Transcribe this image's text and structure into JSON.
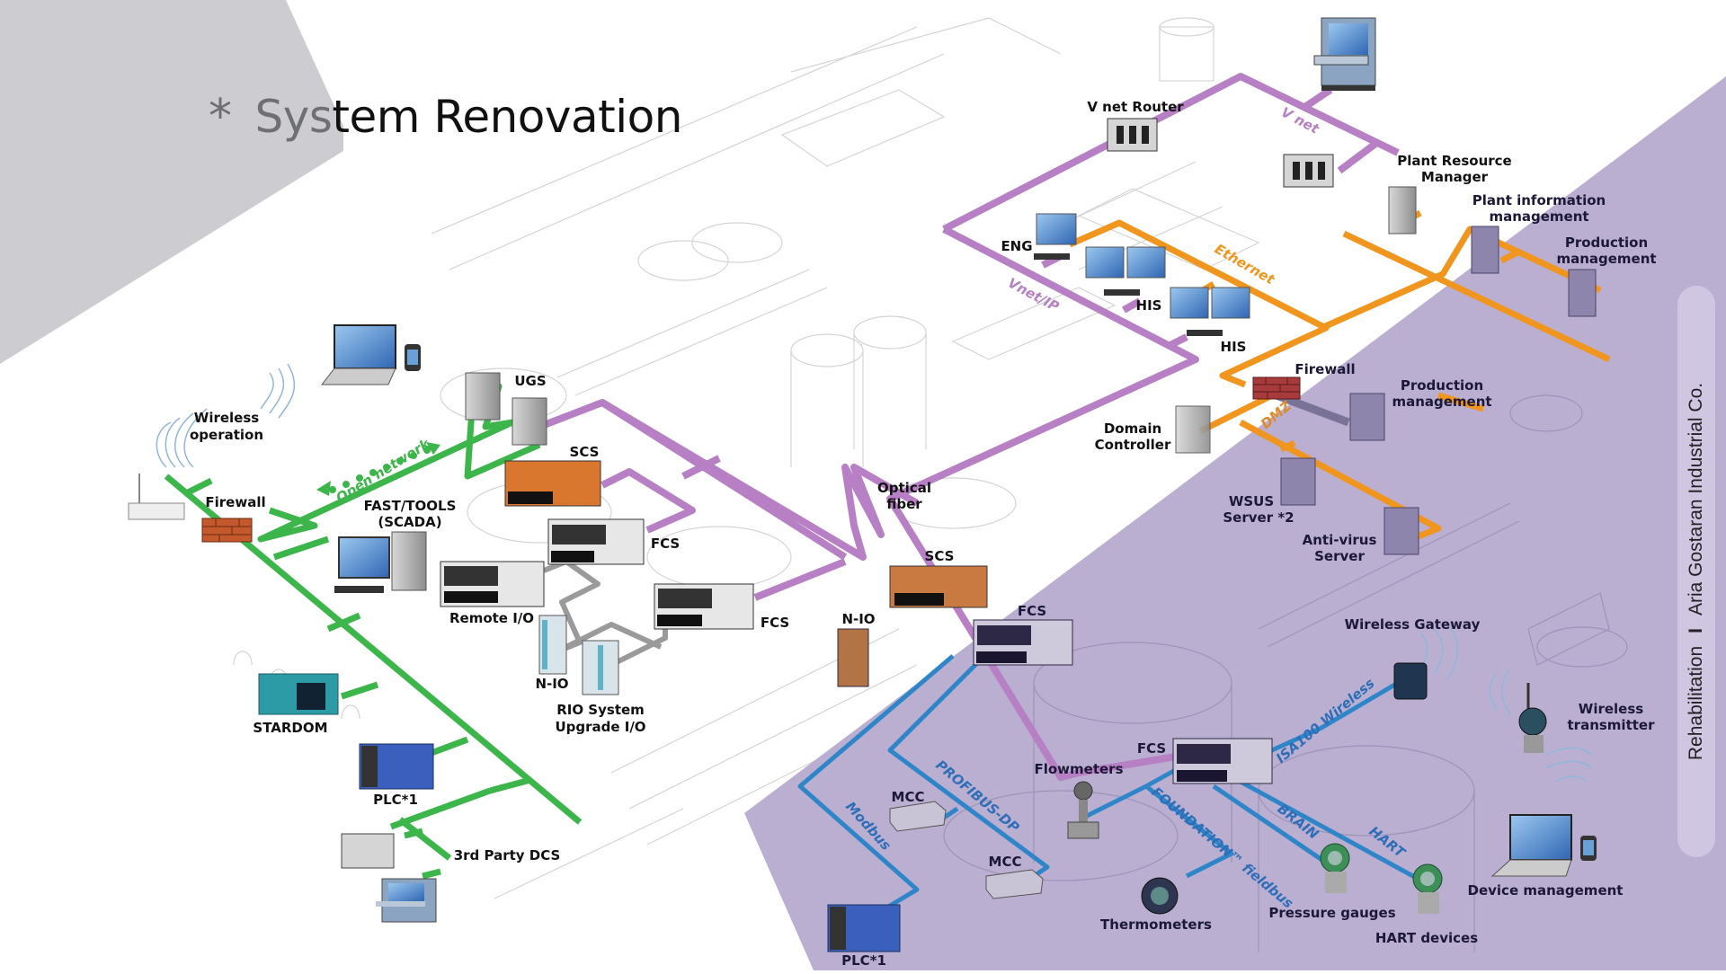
{
  "slide": {
    "title_bullet": "*",
    "title_gray": "Sys",
    "title_dark": "tem Renovation",
    "title": "System Renovation",
    "side_caption": {
      "left": "Rehabilitation",
      "separator": "I",
      "right": "Aria Gostaran Industrial Co."
    },
    "colors": {
      "gray_shape": "#cdcdd1",
      "purple_shape": "#b6abcf",
      "side_pill": "#cfc6e2",
      "vnet": "#b77fc4",
      "ethernet": "#f0961e",
      "open_network": "#3cb64a",
      "fieldbus": "#2e86c8",
      "io_link": "#9a9a9a"
    }
  },
  "networks": {
    "vnet": "V net",
    "vnet_ip": "Vnet/IP",
    "ethernet": "Ethernet",
    "dmz": "DMZ",
    "open_network": "Open network",
    "optical_fiber": "Optical fiber",
    "optical_fiber_line1": "Optical",
    "optical_fiber_line2": "fiber",
    "modbus": "Modbus",
    "profibus": "PROFIBUS-DP",
    "foundation": "FOUNDATION™ fieldbus",
    "brain": "BRAIN",
    "hart": "HART",
    "isa100": "ISA100 Wireless"
  },
  "nodes": {
    "vnet_router": "V net Router",
    "plant_resource_manager_1": "Plant Resource",
    "plant_resource_manager_2": "Manager",
    "plant_info_mgmt_1": "Plant information",
    "plant_info_mgmt_2": "management",
    "production_mgmt_top_1": "Production",
    "production_mgmt_top_2": "management",
    "eng": "ENG",
    "his_1": "HIS",
    "his_2": "HIS",
    "firewall_right": "Firewall",
    "production_mgmt_mid_1": "Production",
    "production_mgmt_mid_2": "management",
    "domain_controller_1": "Domain",
    "domain_controller_2": "Controller",
    "wsus_1": "WSUS",
    "wsus_2": "Server *2",
    "antivirus_1": "Anti-virus",
    "antivirus_2": "Server",
    "ugs": "UGS",
    "wireless_operation_1": "Wireless",
    "wireless_operation_2": "operation",
    "firewall_left": "Firewall",
    "fast_tools_1": "FAST/TOOLS",
    "fast_tools_2": "(SCADA)",
    "scs_1": "SCS",
    "fcs_1": "FCS",
    "remote_io": "Remote I/O",
    "fcs_2": "FCS",
    "n_io_1": "N-IO",
    "rio_upgrade_1": "RIO System",
    "rio_upgrade_2": "Upgrade I/O",
    "stardom": "STARDOM",
    "plc_left": "PLC*1",
    "third_party_dcs": "3rd Party DCS",
    "n_io_2": "N-IO",
    "scs_2": "SCS",
    "fcs_3": "FCS",
    "fcs_4": "FCS",
    "mcc_1": "MCC",
    "mcc_2": "MCC",
    "plc_bottom": "PLC*1",
    "flowmeters": "Flowmeters",
    "thermometers": "Thermometers",
    "wireless_gateway": "Wireless Gateway",
    "wireless_transmitter_1": "Wireless",
    "wireless_transmitter_2": "transmitter",
    "pressure_gauges": "Pressure gauges",
    "hart_devices": "HART devices",
    "device_management": "Device management"
  }
}
